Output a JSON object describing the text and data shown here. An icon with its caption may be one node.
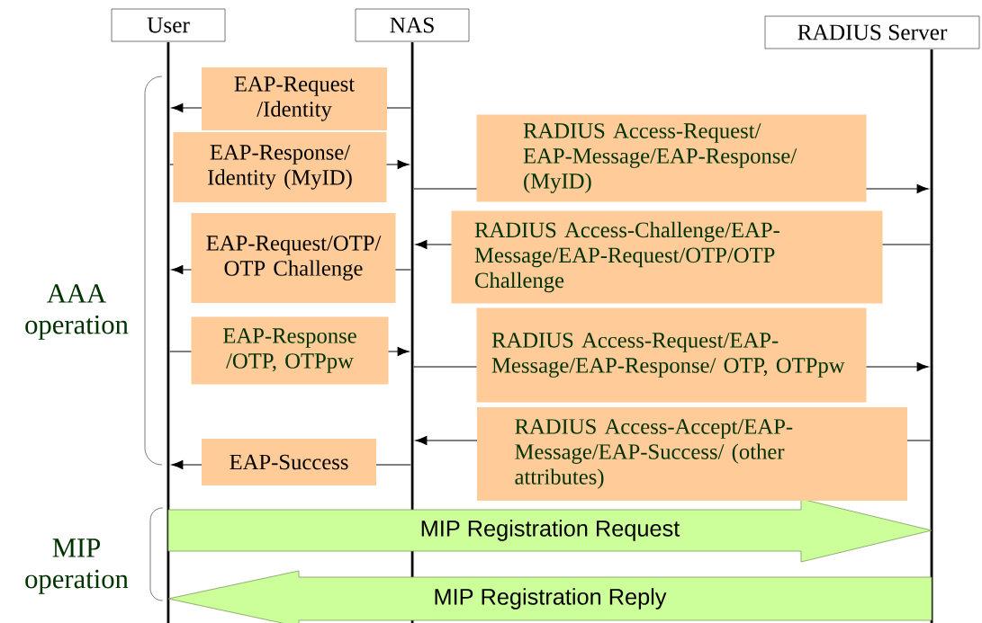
{
  "diagram": {
    "nodes": [
      {
        "text": [
          "User"
        ]
      },
      {
        "text": [
          "NAS"
        ]
      },
      {
        "text": [
          "RADIUS Server"
        ]
      },
      {
        "text": [],
        "shape": "line"
      },
      {
        "text": [],
        "shape": "line"
      },
      {
        "text": [],
        "shape": "line"
      }
    ],
    "edges": [
      {
        "from": 4,
        "to": 3,
        "arrow": "to",
        "label": "EAP-Request /Identity"
      },
      {
        "from": 3,
        "to": 4,
        "arrow": "to",
        "label": "EAP-Response/ Identity (MyID)"
      },
      {
        "from": 4,
        "to": 5,
        "arrow": "to",
        "label": "RADIUS Access-Request/ EAP-Message/EAP-Response/ (MyID)"
      },
      {
        "from": 5,
        "to": 4,
        "arrow": "to",
        "label": "RADIUS Access-Challenge/EAP-Message/EAP-Request/OTP/OTP Challenge"
      },
      {
        "from": 4,
        "to": 3,
        "arrow": "to",
        "label": "EAP-Request/OTP/ OTP Challenge"
      },
      {
        "from": 3,
        "to": 4,
        "arrow": "to",
        "label": "EAP-Response /OTP, OTPpw"
      },
      {
        "from": 4,
        "to": 5,
        "arrow": "to",
        "label": "RADIUS Access-Request/EAP-Message/EAP-Response/ OTP, OTPpw"
      },
      {
        "from": 5,
        "to": 4,
        "arrow": "to",
        "label": "RADIUS Access-Accept/EAP-Message/EAP-Success/ (other attributes)"
      },
      {
        "from": 4,
        "to": 3,
        "arrow": "to",
        "label": "EAP-Success"
      },
      {
        "from": 3,
        "to": 5,
        "arrow": "to",
        "label": "MIP Registration Request",
        "style": "thick",
        "color": "#ccff99"
      },
      {
        "from": 5,
        "to": 3,
        "arrow": "to",
        "label": "MIP Registration Reply",
        "style": "thick",
        "color": "#ccff99"
      }
    ],
    "labels": [
      "AAA operation",
      "MIP operation"
    ]
  }
}
